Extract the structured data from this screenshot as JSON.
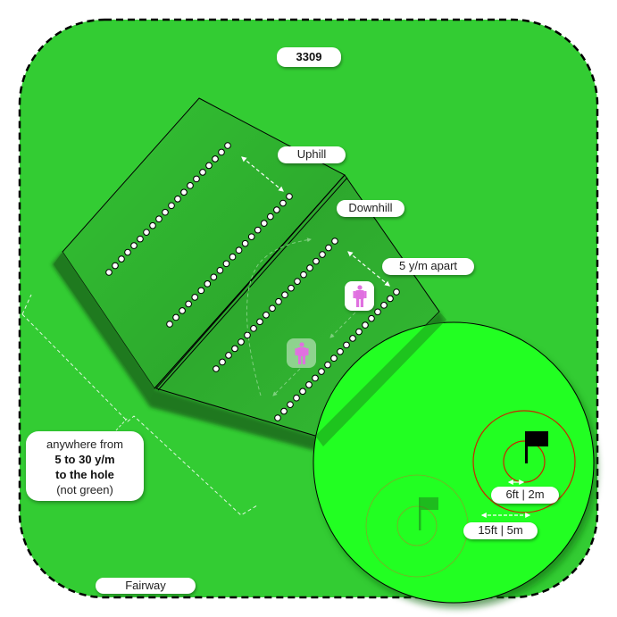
{
  "title_badge": "3309",
  "labels": {
    "uphill": "Uphill",
    "downhill": "Downhill",
    "spacing": "5 y/m apart",
    "fairway": "Fairway",
    "inner_ring": "6ft | 2m",
    "outer_ring": "15ft | 5m"
  },
  "note": {
    "line1": "anywhere from",
    "line2": "5 to 30 y/m",
    "line3": "to the hole",
    "line4": "(not green)"
  },
  "colors": {
    "fairway": "#33CC33",
    "slab": "#2EAE2E",
    "slab_dark": "#1F7A1F",
    "green": "#22FF22",
    "ring_red": "#CC2200",
    "person": "#E070E0",
    "flag": "#000000"
  },
  "icons": {
    "active_flag": "flag-icon",
    "ghost_flag": "flag-icon",
    "player": "person-icon",
    "ghost_player": "person-icon"
  }
}
